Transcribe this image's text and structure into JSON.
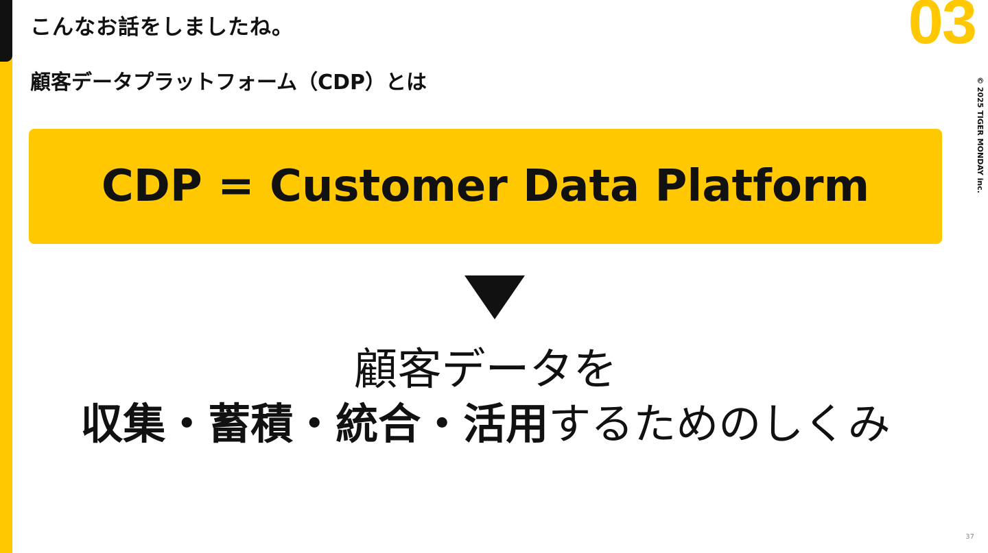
{
  "header": {
    "title": "こんなお話をしましたね。",
    "section_number": "03"
  },
  "subtitle": "顧客データプラットフォーム（CDP）とは",
  "copyright": "© 2025 TIGER MONDAY inc.",
  "cdp_box": {
    "text": "CDP = Customer Data Platform"
  },
  "definition": {
    "line1": "顧客データを",
    "line2_bold": "収集・蓄積・統合・活用",
    "line2_normal": "するためのしくみ"
  },
  "page_number": "37",
  "colors": {
    "accent": "#ffc800",
    "text": "#111111",
    "background": "#ffffff"
  }
}
